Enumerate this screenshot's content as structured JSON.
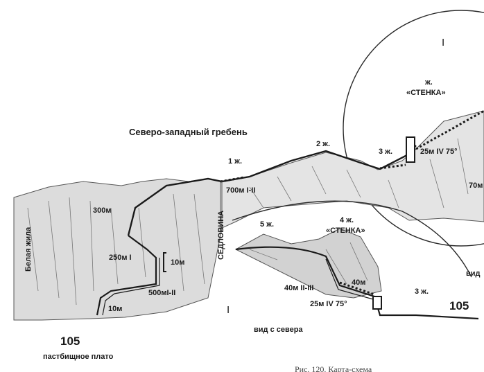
{
  "labels": {
    "ridge_title": "Северо-западный гребень",
    "white_vein": "Белая жила",
    "saddle": "СЕДЛОВИНА",
    "h300": "300м",
    "h250": "250м I",
    "h10_mid": "10м",
    "h500": "500мI-II",
    "h10_low": "10м",
    "peak_left_num": "105",
    "plateau": "пастбищное плато",
    "vein1": "1 ж.",
    "h700": "700м I-II",
    "vein2": "2 ж.",
    "vein3_top": "3 ж.",
    "wall_top_vein": "ж.",
    "wall_top": "«СТЕНКА»",
    "wall_top_grade": "25м IV 75°",
    "h70_clip": "70м",
    "roman_top": "I",
    "vein5": "5 ж.",
    "vein4": "4 ж.",
    "wall_mid": "«СТЕНКА»",
    "h40_left": "40м II-III",
    "h40_right": "40м",
    "wall_mid_grade": "25м IV 75°",
    "vein3_bottom": "3 ж.",
    "peak_right_num": "105",
    "view_north": "вид с севера",
    "view_clip": "вид",
    "roman_bottom": "I",
    "caption_clip": "Рис. 120. Карта-схема"
  }
}
